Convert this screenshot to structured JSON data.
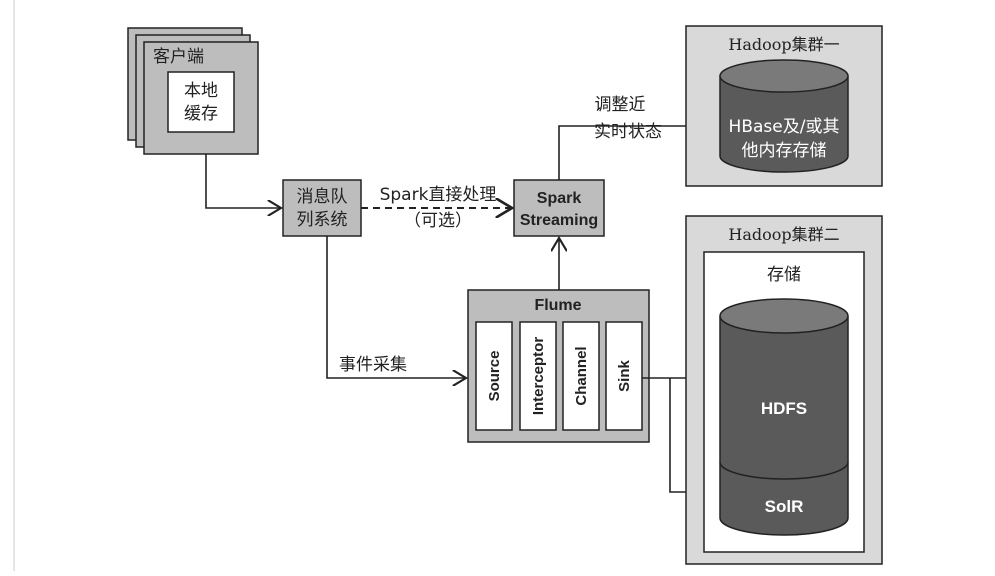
{
  "client": {
    "label": "客户端",
    "cache_line1": "本地",
    "cache_line2": "缓存"
  },
  "mq": {
    "line1": "消息队",
    "line2": "列系统"
  },
  "spark_direct": {
    "line1": "Spark直接处理",
    "line2": "（可选）"
  },
  "spark_streaming": {
    "line1": "Spark",
    "line2": "Streaming"
  },
  "update_state": {
    "line1": "调整近",
    "line2": "实时状态"
  },
  "event_collect": "事件采集",
  "flume": {
    "title": "Flume",
    "components": [
      "Source",
      "Interceptor",
      "Channel",
      "Sink"
    ]
  },
  "cluster1": {
    "title": "Hadoop集群一",
    "store_line1": "HBase及/或其",
    "store_line2": "他内存存储"
  },
  "cluster2": {
    "title": "Hadoop集群二",
    "storage_label": "存储",
    "hdfs": "HDFS",
    "solr": "SolR"
  },
  "colors": {
    "box_fill": "#bdbdbd",
    "cluster_fill": "#d9d9d9",
    "cylinder_dark": "#5a5a5a",
    "cylinder_light": "#7a7a7a",
    "stroke": "#222222"
  }
}
